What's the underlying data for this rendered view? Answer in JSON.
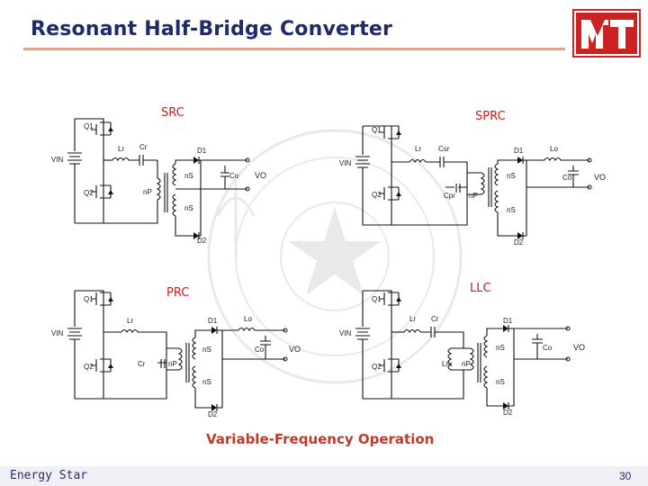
{
  "slide": {
    "title": "Resonant Half-Bridge Converter",
    "caption": "Variable-Frequency Operation",
    "footer_left": "Energy Star",
    "page_number": "30",
    "logo_text": "MT",
    "colors": {
      "title": "#1f2a6b",
      "accent_rule": "#f0a070",
      "logo": "#cc2222",
      "label_red": "#cc1a1a"
    }
  },
  "circuits": {
    "src": {
      "name": "SRC",
      "labels": {
        "q1": "Q1",
        "q2": "Q2",
        "vin": "VIN",
        "lr": "Lr",
        "cr": "Cr",
        "d1": "D1",
        "d2": "D2",
        "ns1": "nS",
        "ns2": "nS",
        "np": "nP",
        "co": "Co",
        "vo": "VO"
      }
    },
    "sprc": {
      "name": "SPRC",
      "labels": {
        "q1": "Q1",
        "q2": "Q2",
        "vin": "VIN",
        "lr": "Lr",
        "cs": "Csr",
        "cp": "Cpr",
        "d1": "D1",
        "d2": "D2",
        "lo": "Lo",
        "ns1": "nS",
        "ns2": "nS",
        "np": "nP",
        "co": "Co",
        "vo": "VO"
      }
    },
    "prc": {
      "name": "PRC",
      "labels": {
        "q1": "Q1",
        "q2": "Q2",
        "vin": "VIN",
        "lr": "Lr",
        "cr": "Cr",
        "d1": "D1",
        "d2": "D2",
        "lo": "Lo",
        "ns1": "nS",
        "ns2": "nS",
        "np": "nP",
        "co": "Co",
        "vo": "VO"
      }
    },
    "llc": {
      "name": "LLC",
      "labels": {
        "q1": "Q1",
        "q2": "Q2",
        "vin": "VIN",
        "lr": "Lr",
        "cr": "Cr",
        "lm": "Lm",
        "d1": "D1",
        "d2": "D2",
        "ns1": "nS",
        "ns2": "nS",
        "np": "nP",
        "co": "Co",
        "vo": "VO"
      }
    }
  }
}
